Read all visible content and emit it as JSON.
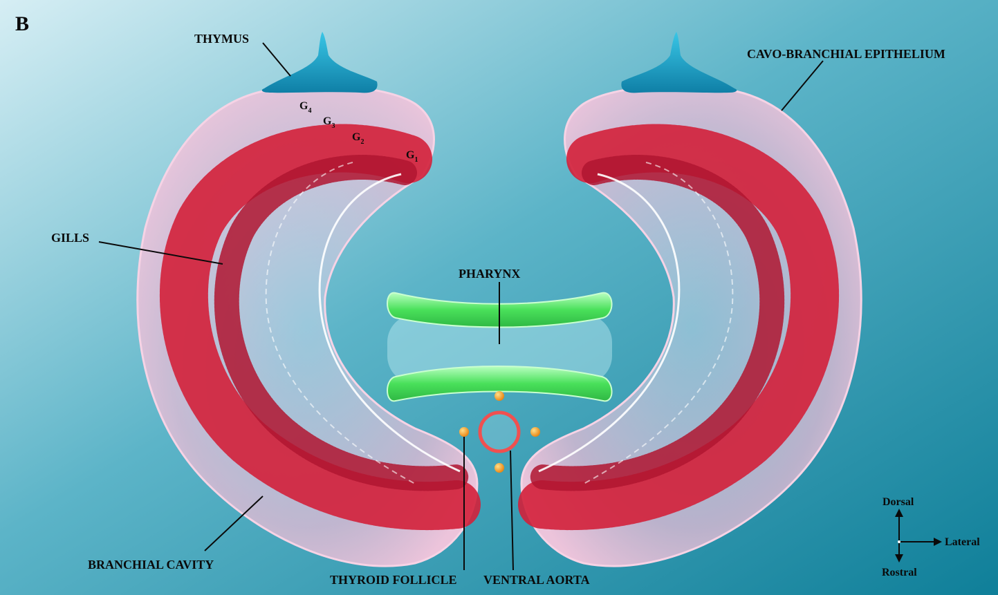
{
  "panel_label": "B",
  "labels": {
    "thymus": "THYMUS",
    "cavo_branchial_epithelium": "CAVO-BRANCHIAL EPITHELIUM",
    "gills": "GILLS",
    "pharynx": "PHARYNX",
    "branchial_cavity": "BRANCHIAL CAVITY",
    "thyroid_follicle": "THYROID FOLLICLE",
    "ventral_aorta": "VENTRAL AORTA"
  },
  "gill_arches": [
    {
      "letter": "G",
      "sub": "1"
    },
    {
      "letter": "G",
      "sub": "2"
    },
    {
      "letter": "G",
      "sub": "3"
    },
    {
      "letter": "G",
      "sub": "4"
    }
  ],
  "orientation": {
    "up": "Dorsal",
    "down": "Rostral",
    "right": "Lateral"
  },
  "colors": {
    "background_light": "#d6eef4",
    "background_dark": "#0f7f99",
    "cavity": "#f2c4dc",
    "gills": "#d3203a",
    "thymus": "#1fa3c7",
    "pharynx": "#5fe86a",
    "aorta": "#f05050",
    "follicle": "#f59a1c"
  }
}
